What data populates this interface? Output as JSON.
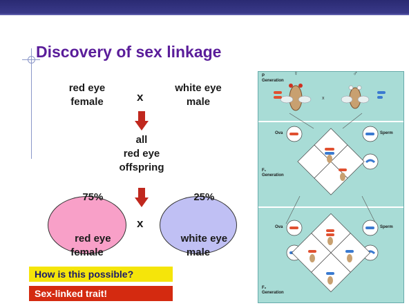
{
  "slide": {
    "title": "Discovery of sex linkage",
    "parents": {
      "female": "red eye\nfemale",
      "cross": "x",
      "male": "white eye\nmale"
    },
    "f1": "all\nred eye\noffspring",
    "f2": {
      "female_pct": "75%",
      "female_label": "red eye\nfemale",
      "cross": "x",
      "male_pct": "25%",
      "male_label": "white eye\nmale"
    },
    "question": "How is this possible?",
    "answer": "Sex-linked trait!"
  },
  "diagram": {
    "p_label": "P\nGeneration",
    "f1_label": "F₁\nGeneration",
    "f2_label": "F₂\nGeneration",
    "ova_label": "Ova",
    "sperm_label": "Sperm",
    "ova_label_2": "Ova",
    "sperm_label_2": "Sperm",
    "female_symbol": "♀",
    "male_symbol": "♂"
  },
  "colors": {
    "topbar": "#2a2a72",
    "title": "#5a1d9a",
    "arrow": "#c0281e",
    "female_circle": "#f8a0c8",
    "male_circle": "#c0c0f4",
    "question_bg": "#f5e50a",
    "answer_bg": "#d42a10",
    "diagram_bg": "#a8dcd6"
  }
}
